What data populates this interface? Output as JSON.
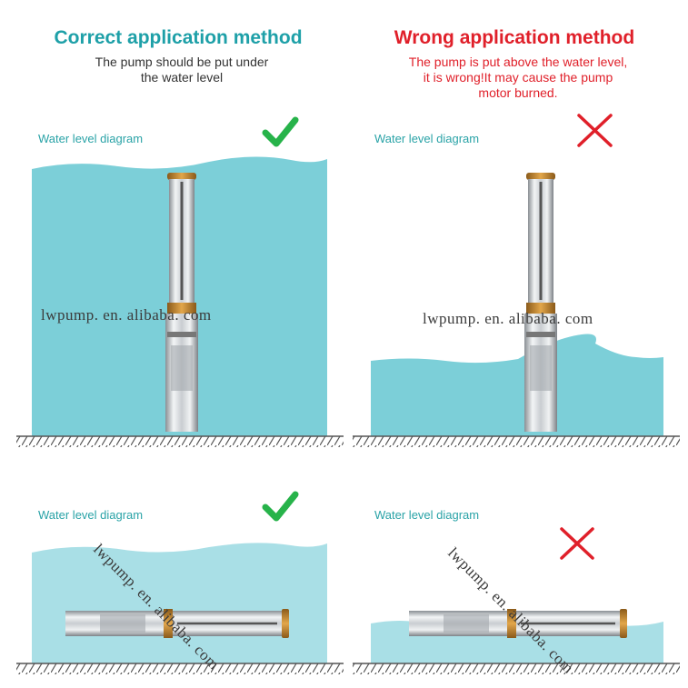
{
  "left": {
    "heading": "Correct application method",
    "desc_line1": "The pump should be put under",
    "desc_line2": "the water level",
    "top_label": "Water level diagram",
    "bottom_label": "Water level diagram"
  },
  "right": {
    "heading": "Wrong application method",
    "desc_line1": "The pump is put above the water level,",
    "desc_line2": "it is wrong!It may cause the pump",
    "desc_line3": "motor burned.",
    "top_label": "Water level diagram",
    "bottom_label": "Water level diagram"
  },
  "watermark": "lwpump. en. alibaba. com",
  "icons": {
    "correct": "check-mark-icon",
    "wrong": "cross-mark-icon"
  },
  "colors": {
    "correct_heading": "#1ea0a8",
    "wrong_heading": "#e0202a",
    "water": "#7ccfd8",
    "water_light": "#a9dfe6",
    "check": "#27b34a",
    "cross": "#e0202a",
    "ground": "#555555"
  }
}
